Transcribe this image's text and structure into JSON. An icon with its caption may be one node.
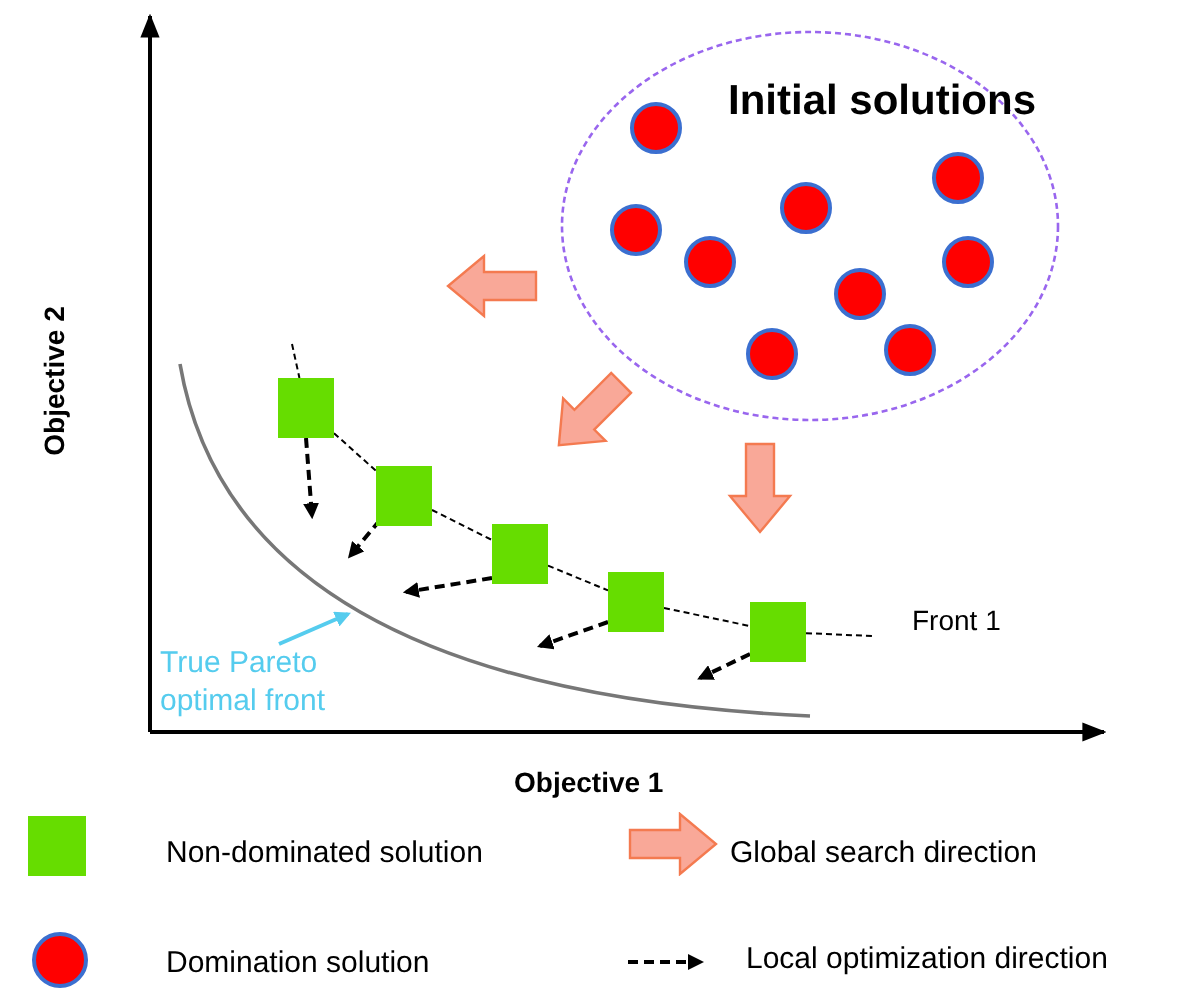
{
  "diagram": {
    "nodes": [
      {
        "text": [
          "Initial solutions"
        ]
      },
      {
        "text": [],
        "shape": "circle",
        "in": 0
      },
      {
        "text": [],
        "shape": "circle",
        "in": 0
      },
      {
        "text": [],
        "shape": "circle",
        "in": 0
      },
      {
        "text": [],
        "shape": "circle",
        "in": 0
      },
      {
        "text": [],
        "shape": "circle",
        "in": 0
      },
      {
        "text": [],
        "shape": "circle",
        "in": 0
      },
      {
        "text": [],
        "shape": "circle",
        "in": 0
      },
      {
        "text": [],
        "shape": "circle",
        "in": 0
      },
      {
        "text": [],
        "shape": "circle",
        "in": 0
      },
      {
        "text": [],
        "shape": "box"
      },
      {
        "text": [],
        "shape": "box"
      },
      {
        "text": [],
        "shape": "box"
      },
      {
        "text": [],
        "shape": "box"
      },
      {
        "text": [],
        "shape": "box"
      },
      {
        "text": [
          "True Pareto optimal front"
        ]
      }
    ],
    "edges": [
      {
        "from": null,
        "to": 10,
        "arrow": "none",
        "style": "dashed"
      },
      {
        "from": 10,
        "to": 11,
        "arrow": "none",
        "style": "dashed"
      },
      {
        "from": 11,
        "to": 12,
        "arrow": "none",
        "style": "dashed"
      },
      {
        "from": 12,
        "to": 13,
        "arrow": "none",
        "style": "dashed"
      },
      {
        "from": 13,
        "to": 14,
        "arrow": "none",
        "style": "dashed"
      },
      {
        "from": 14,
        "to": null,
        "arrow": "none",
        "style": "dashed"
      },
      {
        "from": 10,
        "to": null,
        "arrow": "to",
        "style": "dashed"
      },
      {
        "from": 11,
        "to": null,
        "arrow": "to",
        "style": "dashed"
      },
      {
        "from": 12,
        "to": null,
        "arrow": "to",
        "style": "dashed"
      },
      {
        "from": 13,
        "to": null,
        "arrow": "to",
        "style": "dashed"
      },
      {
        "from": 14,
        "to": null,
        "arrow": "to",
        "style": "dashed"
      },
      {
        "from": 15,
        "to": null,
        "arrow": "to",
        "color": "#55ccee"
      }
    ],
    "labels": [
      "Objective 2",
      "Front 1",
      "Objective 1"
    ],
    "legend": [
      {
        "text": "Non-dominated solution",
        "color": "#66dd00"
      },
      {
        "text": "Global search direction"
      },
      {
        "text": "Domination solution",
        "color": "#ff0000"
      },
      {
        "text": "Local optimization direction"
      }
    ]
  }
}
